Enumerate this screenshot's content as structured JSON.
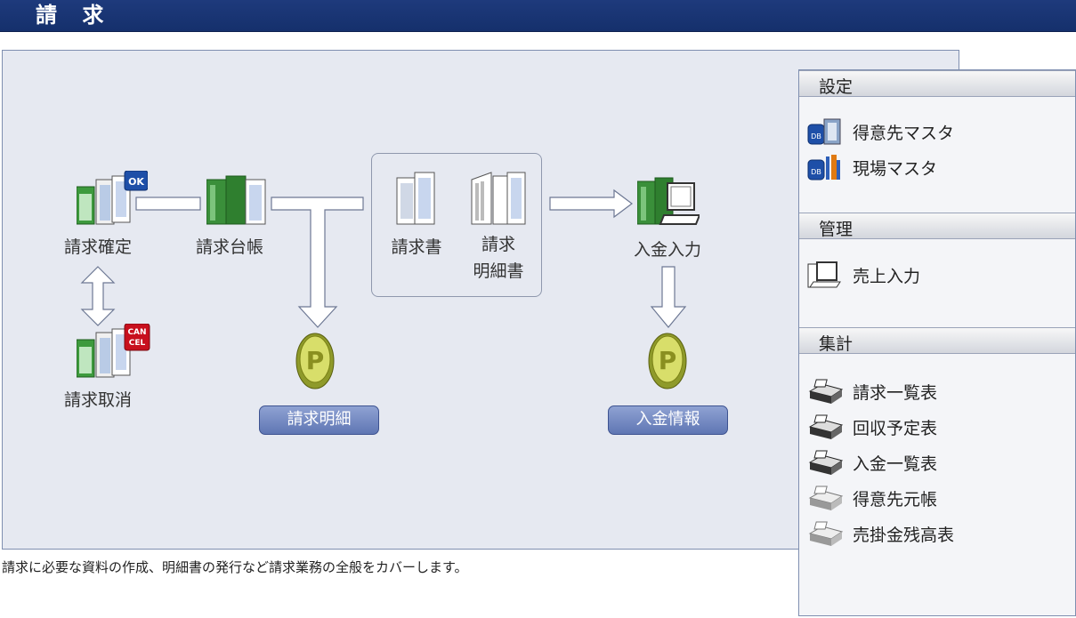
{
  "header": {
    "title": "請 求"
  },
  "flow": {
    "confirm_label": "請求確定",
    "ledger_label": "請求台帳",
    "invoice_label": "請求書",
    "statement_label_line1": "請求",
    "statement_label_line2": "明細書",
    "payment_entry_label": "入金入力",
    "cancel_label": "請求取消",
    "ok_badge": "OK",
    "cancel_badge_line1": "CAN",
    "cancel_badge_line2": "CEL",
    "billing_detail_button": "請求明細",
    "payment_info_button": "入金情報"
  },
  "description": "請求に必要な資料の作成、明細書の発行など請求業務の全般をカバーします。",
  "sidebar": {
    "settings": {
      "title": "設定",
      "items": [
        {
          "label": "得意先マスタ",
          "icon": "customer-db-icon"
        },
        {
          "label": "現場マスタ",
          "icon": "site-db-icon"
        }
      ]
    },
    "management": {
      "title": "管理",
      "items": [
        {
          "label": "売上入力",
          "icon": "computer-icon"
        }
      ]
    },
    "summary": {
      "title": "集計",
      "items": [
        {
          "label": "請求一覧表",
          "icon": "printer-icon"
        },
        {
          "label": "回収予定表",
          "icon": "printer-icon"
        },
        {
          "label": "入金一覧表",
          "icon": "printer-icon"
        },
        {
          "label": "得意先元帳",
          "icon": "printer-gray-icon"
        },
        {
          "label": "売掛金残高表",
          "icon": "printer-gray-icon"
        }
      ]
    }
  },
  "colors": {
    "header_bg": "#1e3a7c",
    "panel_bg": "#e6e9f1",
    "pill_bg": "#7488c4",
    "ok_badge": "#1e4fa8",
    "cancel_badge": "#c8101e"
  }
}
